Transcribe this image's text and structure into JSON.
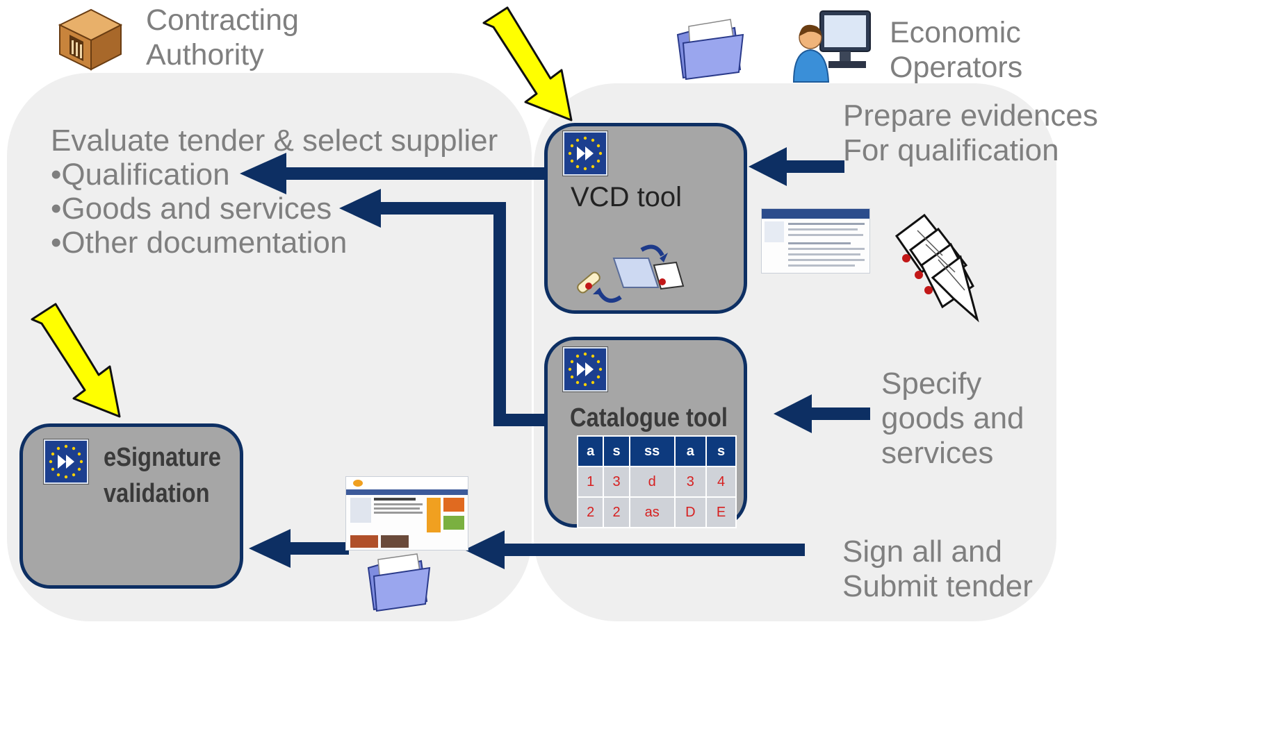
{
  "contracting_authority": {
    "line1": "Contracting",
    "line2": "Authority"
  },
  "economic_operators": {
    "line1": "Economic",
    "line2": "Operators"
  },
  "evaluate": {
    "heading": "Evaluate tender & select supplier",
    "bullets": [
      "•Qualification",
      "•Goods and services",
      "•Other documentation"
    ]
  },
  "tools": {
    "vcd": "VCD tool",
    "catalogue": "Catalogue tool",
    "esignature_line1": "eSignature",
    "esignature_line2": "validation"
  },
  "catalogue_table": {
    "headers": [
      "a",
      "s",
      "ss",
      "a",
      "s"
    ],
    "rows": [
      [
        "1",
        "3",
        "d",
        "3",
        "4"
      ],
      [
        "2",
        "2",
        "as",
        "D",
        "E"
      ]
    ]
  },
  "steps": {
    "prepare_line1": "Prepare evidences",
    "prepare_line2": "For qualification",
    "specify_line1": "Specify",
    "specify_line2": "goods and",
    "specify_line3": "services",
    "sign_line1": "Sign all and",
    "sign_line2": "Submit tender"
  },
  "icons": [
    "building-icon",
    "folder-icon",
    "user-computer-icon",
    "eu-logo-icon",
    "documents-icon",
    "certificate-icon",
    "yellow-arrow-icon"
  ],
  "colors": {
    "arrow_navy": "#0d2f63",
    "tool_gray": "#a6a6a6",
    "panel_gray": "#efefef",
    "highlight_yellow": "#ffff00",
    "text_gray": "#7f7f7f",
    "table_header": "#0d3a7e",
    "table_value_red": "#d62020"
  }
}
